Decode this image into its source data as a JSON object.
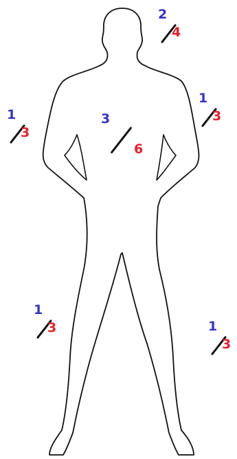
{
  "colors": {
    "numerator": "#3333cc",
    "denominator": "#e8202a",
    "outline": "#111111",
    "background": "#ffffff"
  },
  "regions": {
    "head": {
      "numerator": "2",
      "denominator": "4"
    },
    "left_arm": {
      "numerator": "1",
      "denominator": "3"
    },
    "torso": {
      "numerator": "3",
      "denominator": "6"
    },
    "right_arm": {
      "numerator": "1",
      "denominator": "3"
    },
    "left_leg": {
      "numerator": "1",
      "denominator": "3"
    },
    "right_leg": {
      "numerator": "1",
      "denominator": "3"
    }
  }
}
